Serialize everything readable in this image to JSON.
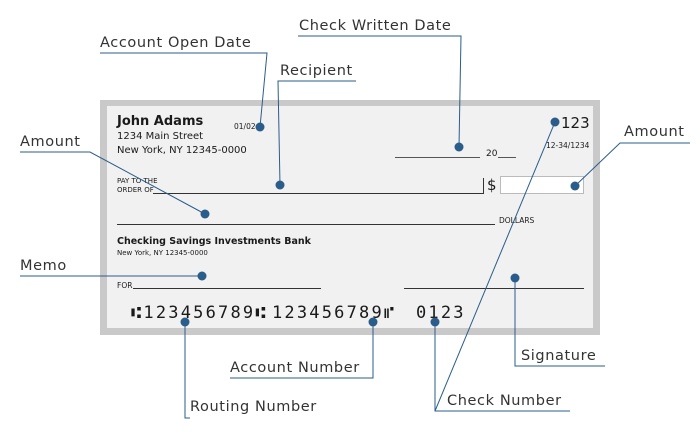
{
  "check": {
    "payer_name": "John Adams",
    "address_line1": "1234 Main Street",
    "address_line2": "New York, NY 12345-0000",
    "account_open_date": "01/02",
    "check_number": "123",
    "fraction_code": "12-34/1234",
    "date_year_prefix": "20",
    "pay_to_line1": "PAY TO THE",
    "pay_to_line2": "ORDER OF",
    "dollar_sign": "$",
    "dollars_label": "DOLLARS",
    "bank_name": "Checking Savings Investments Bank",
    "bank_address": "New York, NY 12345-0000",
    "memo_label": "FOR",
    "micr_routing": "⑆123456789⑆",
    "micr_account": "123456789⑈",
    "micr_check": "0123"
  },
  "callouts": {
    "account_open_date": "Account Open Date",
    "check_written_date": "Check Written Date",
    "recipient": "Recipient",
    "amount_left": "Amount",
    "amount_right": "Amount",
    "memo": "Memo",
    "account_number": "Account Number",
    "routing_number": "Routing Number",
    "signature": "Signature",
    "check_number": "Check Number"
  },
  "colors": {
    "dot": "#2a5d8a",
    "leader": "#2a5d8a",
    "check_border": "#c9c9c9",
    "check_fill": "#f1f1f1"
  }
}
